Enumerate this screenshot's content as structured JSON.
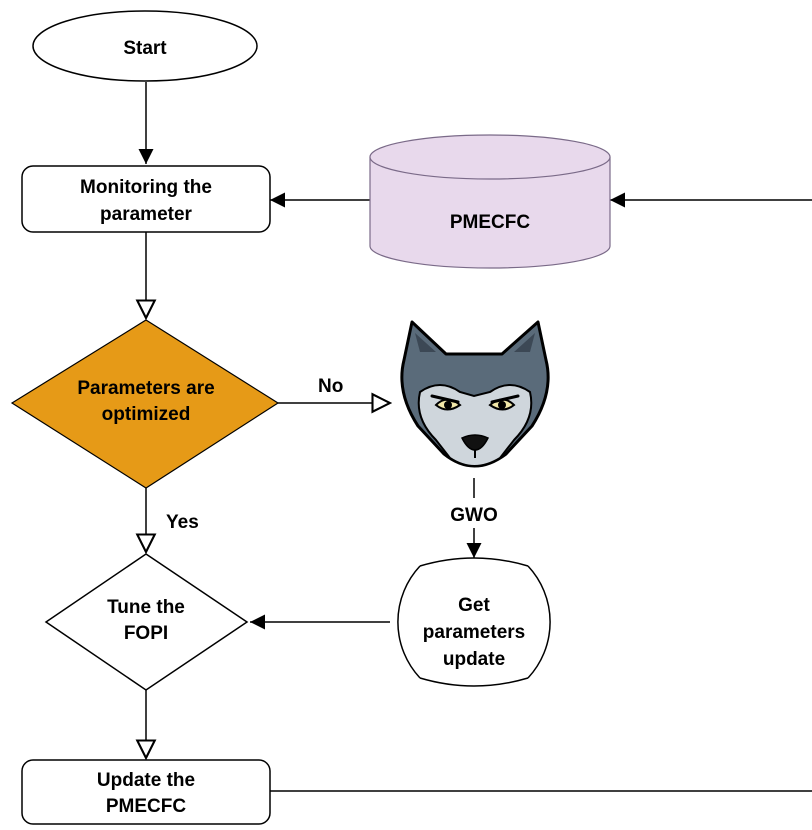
{
  "nodes": {
    "start": {
      "label": "Start"
    },
    "monitor": {
      "line1": "Monitoring the",
      "line2": "parameter"
    },
    "database": {
      "label": "PMECFC",
      "fill": "#e8d9ec",
      "stroke": "#7a6a88"
    },
    "decision": {
      "line1": "Parameters are",
      "line2": "optimized",
      "fill": "#e69a17"
    },
    "wolf": {
      "icon": "wolf-icon",
      "caption": "GWO"
    },
    "get_update": {
      "line1": "Get",
      "line2": "parameters",
      "line3": "update"
    },
    "tune": {
      "line1": "Tune the",
      "line2": "FOPI"
    },
    "update": {
      "line1": "Update the",
      "line2": "PMECFC"
    }
  },
  "edges": {
    "no_label": "No",
    "yes_label": "Yes"
  }
}
